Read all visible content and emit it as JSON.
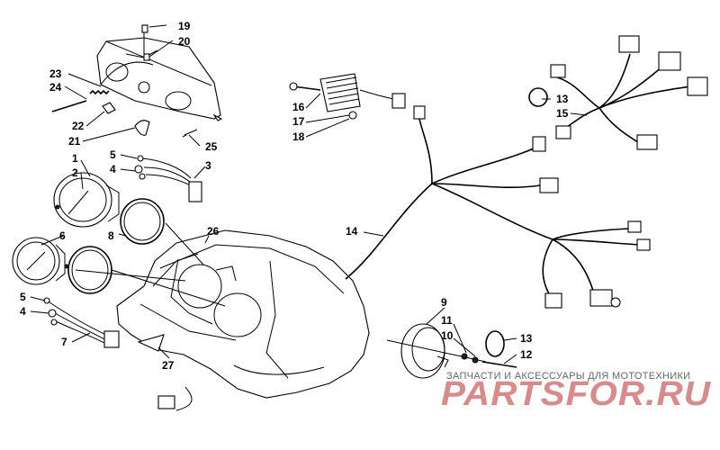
{
  "labels": {
    "p1": "1",
    "p2": "2",
    "p3": "3",
    "p4a": "4",
    "p4b": "4",
    "p5a": "5",
    "p5b": "5",
    "p6": "6",
    "p7": "7",
    "p8": "8",
    "p9": "9",
    "p10": "10",
    "p11": "11",
    "p12": "12",
    "p13a": "13",
    "p13b": "13",
    "p14": "14",
    "p15": "15",
    "p16": "16",
    "p17": "17",
    "p18": "18",
    "p19": "19",
    "p20": "20",
    "p21": "21",
    "p22": "22",
    "p23": "23",
    "p24": "24",
    "p25": "25",
    "p26": "26",
    "p27": "27"
  },
  "watermark": {
    "caption": "ЗАПЧАСТИ И АКСЕССУАРЫ ДЛЯ МОТОТЕХНИКИ",
    "brand": "PARTSFOR.RU"
  }
}
